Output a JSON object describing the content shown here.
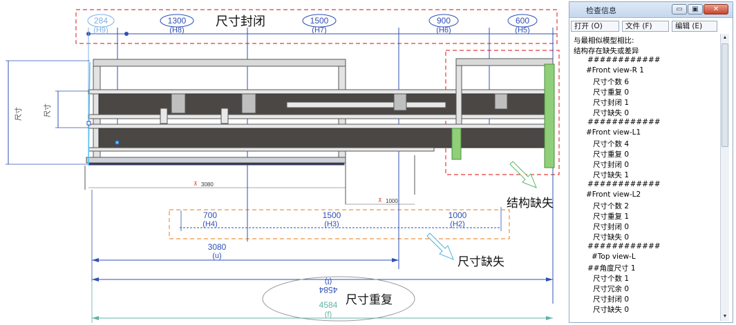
{
  "drawing": {
    "top_dims": {
      "h9": {
        "value": "284",
        "tag": "(H9)"
      },
      "h8": {
        "value": "1300",
        "tag": "(H8)"
      },
      "h7": {
        "value": "1500",
        "tag": "(H7)"
      },
      "h6": {
        "value": "900",
        "tag": "(H6)"
      },
      "h5": {
        "value": "600",
        "tag": "(H5)"
      }
    },
    "callouts": {
      "closed": "尺寸封闭",
      "structure_missing": "结构缺失",
      "dim_missing": "尺寸缺失",
      "dim_repeat": "尺寸重复"
    },
    "side_labels": {
      "left_outer": "尺寸",
      "left_inner": "尺寸"
    },
    "inner_dims": {
      "d3080_small": "3080",
      "d1000_small": "1000"
    },
    "mid_dims": {
      "h4": {
        "value": "700",
        "tag": "(H4)"
      },
      "h3": {
        "value": "1500",
        "tag": "(H3)"
      },
      "h2": {
        "value": "1000",
        "tag": "(H2)"
      }
    },
    "u_dim": {
      "value": "3080",
      "tag": "(u)"
    },
    "t_dim": {
      "tag_flipped": "(t)",
      "value_flipped": "4584"
    },
    "f_dim": {
      "value": "4584",
      "tag": "(f)"
    },
    "colors": {
      "red_box": "#e23b3b",
      "orange_box": "#f0913a",
      "dim_blue": "#2f4fb5",
      "dim_teal": "#5fb3a5",
      "green_part": "#8fcf7a",
      "beam_dark": "#4a4744"
    }
  },
  "panel": {
    "title": "检查信息",
    "window_buttons": {
      "minimize": "▭",
      "maximize": "▣",
      "close": "✕"
    },
    "menu": {
      "open": "打开 (O)",
      "file": "文件 (F)",
      "edit": "编辑 (E)"
    },
    "lines": [
      "与最相似模型相比:",
      "结构存在缺失或差异",
      "############",
      "#Front view-R 1",
      "尺寸个数 6",
      "尺寸重复 0",
      "尺寸封闭 1",
      "尺寸缺失 0",
      "############",
      "#Front view-L1",
      "尺寸个数 4",
      "尺寸重复 0",
      "尺寸封闭 0",
      "尺寸缺失 1",
      "############",
      "#Front view-L2",
      "尺寸个数 2",
      "尺寸重复 1",
      "尺寸封闭 0",
      "尺寸缺失 0",
      "############",
      "#Top view-L",
      "##角度尺寸 1",
      "尺寸个数 1",
      "尺寸冗余 0",
      "尺寸封闭 0",
      "尺寸缺失 0"
    ],
    "scroll": {
      "up": "▲",
      "down": "▼"
    }
  }
}
